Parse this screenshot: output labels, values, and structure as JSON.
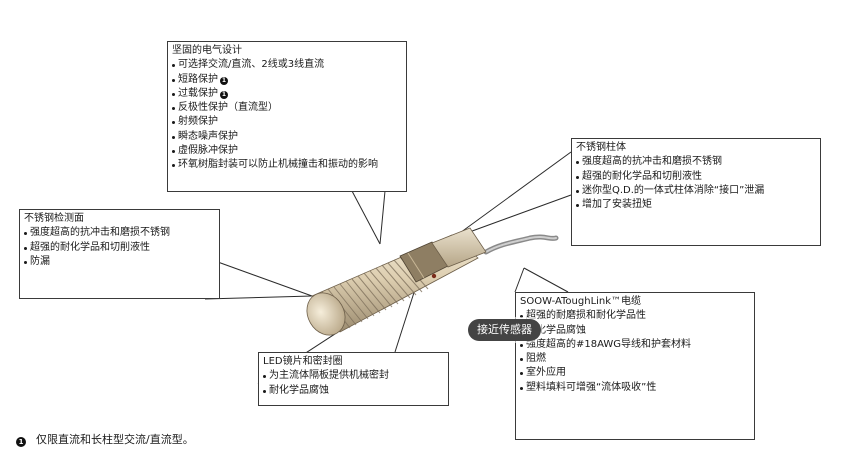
{
  "callouts": {
    "electrical": {
      "title": "坚固的电气设计",
      "items": [
        "可选择交流/直流、2线或3线直流",
        "短路保护",
        "过载保护",
        "反极性保护（直流型）",
        "射频保护",
        "瞬态噪声保护",
        "虚假脉冲保护",
        "环氧树脂封装可以防止机械撞击和振动的影响"
      ]
    },
    "stainless_face": {
      "title": "不锈钢检测面",
      "items": [
        "强度超高的抗冲击和磨损不锈钢",
        "超强的耐化学品和切削液性",
        "防漏"
      ]
    },
    "stainless_barrel": {
      "title": "不锈钢柱体",
      "items": [
        "强度超高的抗冲击和磨损不锈钢",
        "超强的耐化学品和切削液性",
        "迷你型Q.D.的一体式柱体消除“接口”泄漏",
        "增加了安装扭矩"
      ]
    },
    "cable": {
      "title": "SOOW-AToughLink™电缆",
      "items": [
        "超强的耐磨损和耐化学品性",
        "耐化学品腐蚀",
        "强度超高的#18AWG导线和护套材料",
        "阻燃",
        "室外应用",
        "塑料填料可增强“流体吸收”性"
      ]
    },
    "lens": {
      "title": "LED镜片和密封圈",
      "items": [
        "为主流体隔板提供机械密封",
        "耐化学品腐蚀"
      ]
    }
  },
  "tooltip": "接近传感器",
  "footnote": {
    "marker": "1",
    "text": "仅限直流和长柱型交流/直流型。"
  },
  "colors": {
    "border": "#3a3a3a",
    "sensor_body": "#d8c9a8",
    "thread": "#7a6c58",
    "tooltip_bg": "#444444"
  }
}
